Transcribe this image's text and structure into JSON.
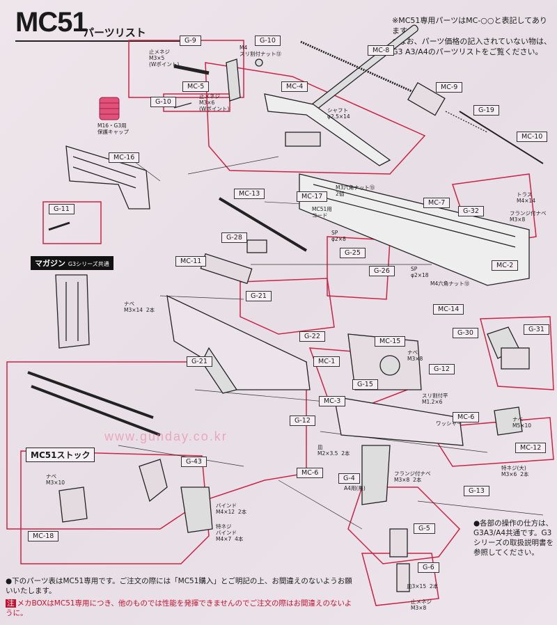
{
  "header": {
    "title": "MC51",
    "subtitle": "パーツリスト"
  },
  "notes": {
    "line1": "※MC51専用パーツはMC-○○と表記してあります。",
    "line2": "●なお、パーツ価格の記入されていない物は、G3 A3/A4のパーツリストをご覧ください。"
  },
  "sections": {
    "magazine_label": "マガジン",
    "magazine_sub": "G3シリーズ共通",
    "stock_label": "MC51ストック"
  },
  "labels": {
    "g9": "G-9",
    "g10a": "G-10",
    "mc5": "MC-5",
    "g10b": "G-10",
    "mc4": "MC-4",
    "mc8": "MC-8",
    "mc9": "MC-9",
    "g19": "G-19",
    "mc10": "MC-10",
    "mc16": "MC-16",
    "g11": "G-11",
    "mc13": "MC-13",
    "mc17": "MC-17",
    "mc7": "MC-7",
    "g32": "G-32",
    "g28": "G-28",
    "mc11": "MC-11",
    "g25": "G-25",
    "g26": "G-26",
    "mc2": "MC-2",
    "g21a": "G-21",
    "g22": "G-22",
    "mc14": "MC-14",
    "mc15": "MC-15",
    "g30": "G-30",
    "g31": "G-31",
    "g21b": "G-21",
    "mc1": "MC-1",
    "g12a": "G-12",
    "g15": "G-15",
    "mc3": "MC-3",
    "g12b": "G-12",
    "mc6a": "MC-6",
    "mc6b": "MC-6",
    "mc12": "MC-12",
    "g4": "G-4",
    "mc18": "MC-18",
    "g43": "G-43",
    "g13": "G-13",
    "g5": "G-5",
    "g6": "G-6"
  },
  "captions": {
    "c1": "止メネジ\nM3×5\n(Wポイント)",
    "c2": "M4\nスリ割付ナット⑬",
    "c3": "止メネジ\nM3×6\n(Wポイント)",
    "c4": "M16・G3用\n保護キャップ",
    "c5": "シャフト\nφ2.5×14",
    "c6": "M3六角ナット⑬\n2個",
    "c7": "MC51用\nコード",
    "c8": "トラス\nM4×14",
    "c9": "フランジ付ナベ\nM3×8",
    "c10": "SP\nφ2×8",
    "c11": "SP\nφ2×18",
    "c12": "ナベ\nM3×14  2本",
    "c13": "ナベ\nM3×8",
    "c14": "M4六角ナット⑬",
    "c15": "特ネジ(大)\nM3×6  2本",
    "c16": "ナベ\nM5×10",
    "c17": "スリ割付平\nM1.2×6",
    "c18": "ワッシャー",
    "c19": "皿\nM2×3.5  2本",
    "c20": "A4用(黒)",
    "c21": "フランジ付ナベ\nM3×8  2本",
    "c22": "バインド\nM4×12  2本",
    "c23": "特ネジ\nバインド\nM4×7  4本",
    "c24": "ナベ\nM3×10",
    "c25": "皿3×15  2本",
    "c26": "止メネジ\nM3×8"
  },
  "watermark": "www.gunday.co.kr",
  "howto": "●各部の操作の仕方は、G3A3/A4共通です。G3シリーズの取扱説明書を参照してください。",
  "footer": {
    "line1": "●下のパーツ表はMC51専用です。ご注文の際には「MC51購入」とご明記の上、お間違えのないようお願いいたします。",
    "tag": "注",
    "line2": "メカBOXはMC51専用につき、他のものでは性能を発揮できませんのでご注文の際はお間違えのないように。"
  },
  "colors": {
    "accent": "#c8102e",
    "line": "#222222",
    "border": "#cc2244"
  }
}
